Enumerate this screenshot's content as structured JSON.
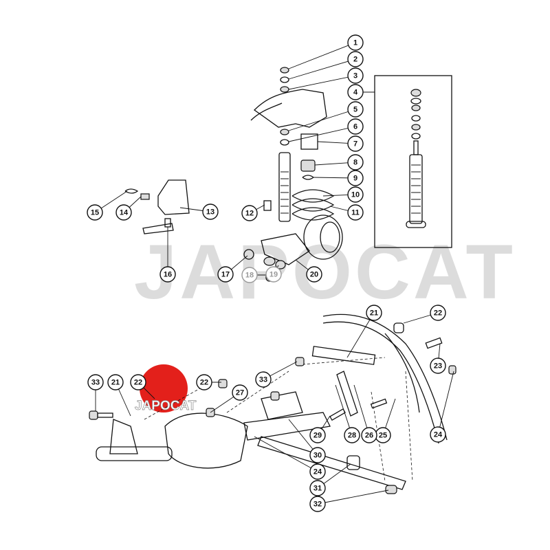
{
  "diagram": {
    "callouts": [
      "1",
      "2",
      "3",
      "4",
      "5",
      "6",
      "7",
      "8",
      "9",
      "10",
      "11",
      "12",
      "13",
      "14",
      "15",
      "16",
      "17",
      "18",
      "19",
      "20",
      "21",
      "22",
      "23",
      "24",
      "25",
      "26",
      "27",
      "28",
      "29",
      "30",
      "24",
      "31",
      "32",
      "33",
      "33",
      "21",
      "22",
      "22"
    ]
  },
  "watermark": "JAPOCAT",
  "logo_text": "JAPOCAT",
  "colors": {
    "logo": "#e3201b",
    "line": "#111111",
    "watermark": "#e4e4e4"
  }
}
